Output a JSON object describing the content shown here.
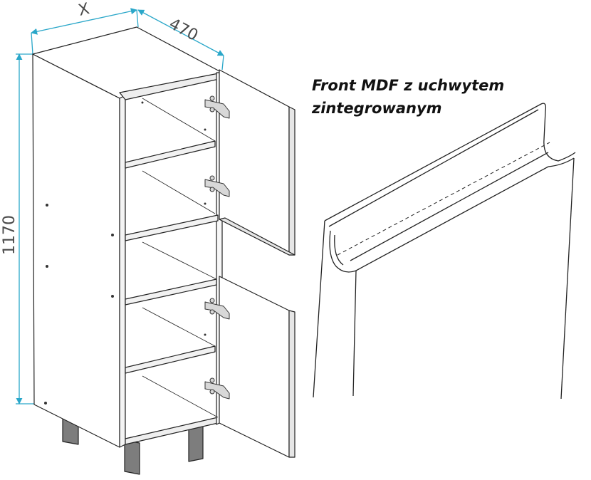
{
  "dimensions": {
    "width_label": "X",
    "depth_label": "470",
    "height_label": "1170"
  },
  "caption": {
    "line1": "Front MDF z uchwytem",
    "line2": "zintegrowanym"
  },
  "colors": {
    "dimension_line": "#2aa7c9",
    "outline": "#222222",
    "panel_face": "#ffffff",
    "panel_shade": "#eeeeee",
    "leg_fill": "#7d7d7d"
  }
}
